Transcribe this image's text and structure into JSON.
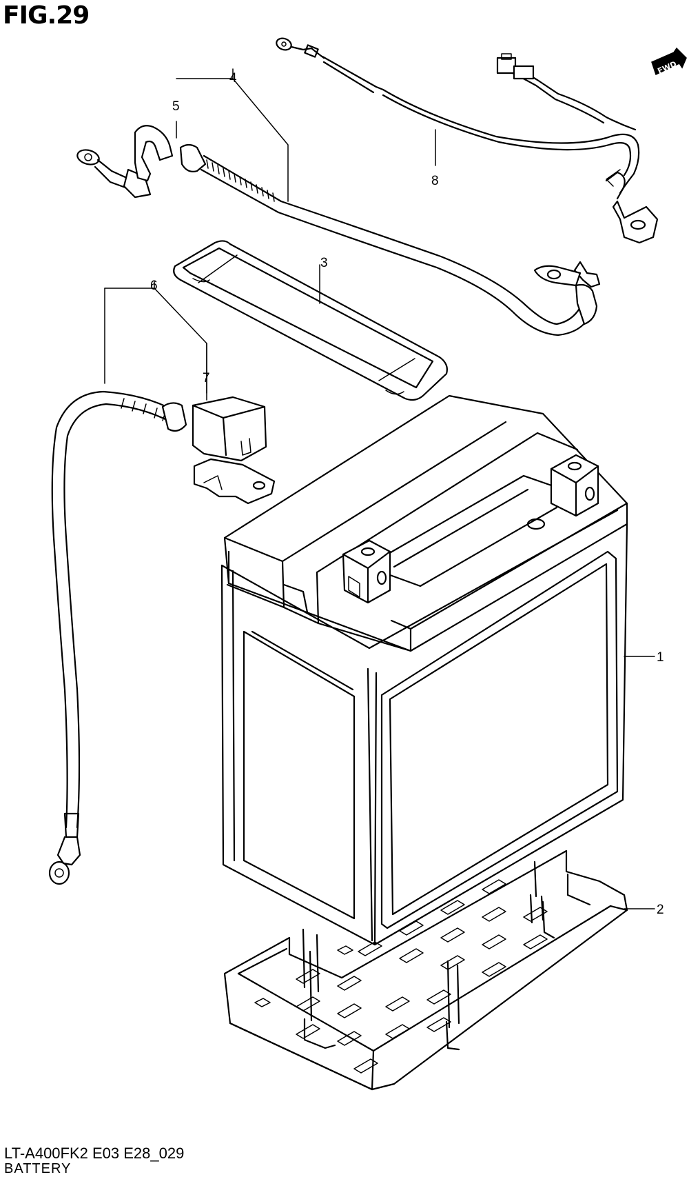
{
  "figure": {
    "title": "FIG.29",
    "model_code": "LT-A400FK2 E03 E28_029",
    "name": "BATTERY"
  },
  "fwd_badge": "FWD",
  "callouts": [
    {
      "id": "1",
      "part": "battery"
    },
    {
      "id": "2",
      "part": "battery-tray"
    },
    {
      "id": "3",
      "part": "battery-band"
    },
    {
      "id": "4",
      "part": "positive-cable"
    },
    {
      "id": "5",
      "part": "positive-terminal-cover"
    },
    {
      "id": "6",
      "part": "negative-cable"
    },
    {
      "id": "7",
      "part": "negative-terminal-cover"
    },
    {
      "id": "8",
      "part": "starter-relay-lead"
    }
  ]
}
